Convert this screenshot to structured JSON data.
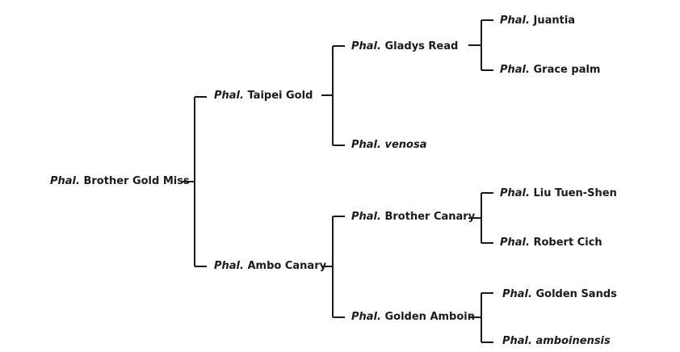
{
  "genus_abbrev": "Phal.",
  "nodes": {
    "root": {
      "name": "Brother Gold Miss"
    },
    "taipei_gold": {
      "name": "Taipei Gold"
    },
    "ambo_canary": {
      "name": "Ambo Canary"
    },
    "gladys_read": {
      "name": "Gladys Read"
    },
    "venosa": {
      "name": "venosa"
    },
    "brother_canary": {
      "name": "Brother Canary"
    },
    "golden_amboin": {
      "name": "Golden Amboin"
    },
    "juantia": {
      "name": "Juantia"
    },
    "grace_palm": {
      "name": "Grace palm"
    },
    "liu_tuen_shen": {
      "name": "Liu Tuen-Shen"
    },
    "robert_cich": {
      "name": "Robert Cich"
    },
    "golden_sands": {
      "name": "Golden Sands"
    },
    "amboinensis": {
      "name": "amboinensis"
    }
  },
  "colors": {
    "line": "#1a1a1a",
    "text": "#1a1a1a"
  }
}
